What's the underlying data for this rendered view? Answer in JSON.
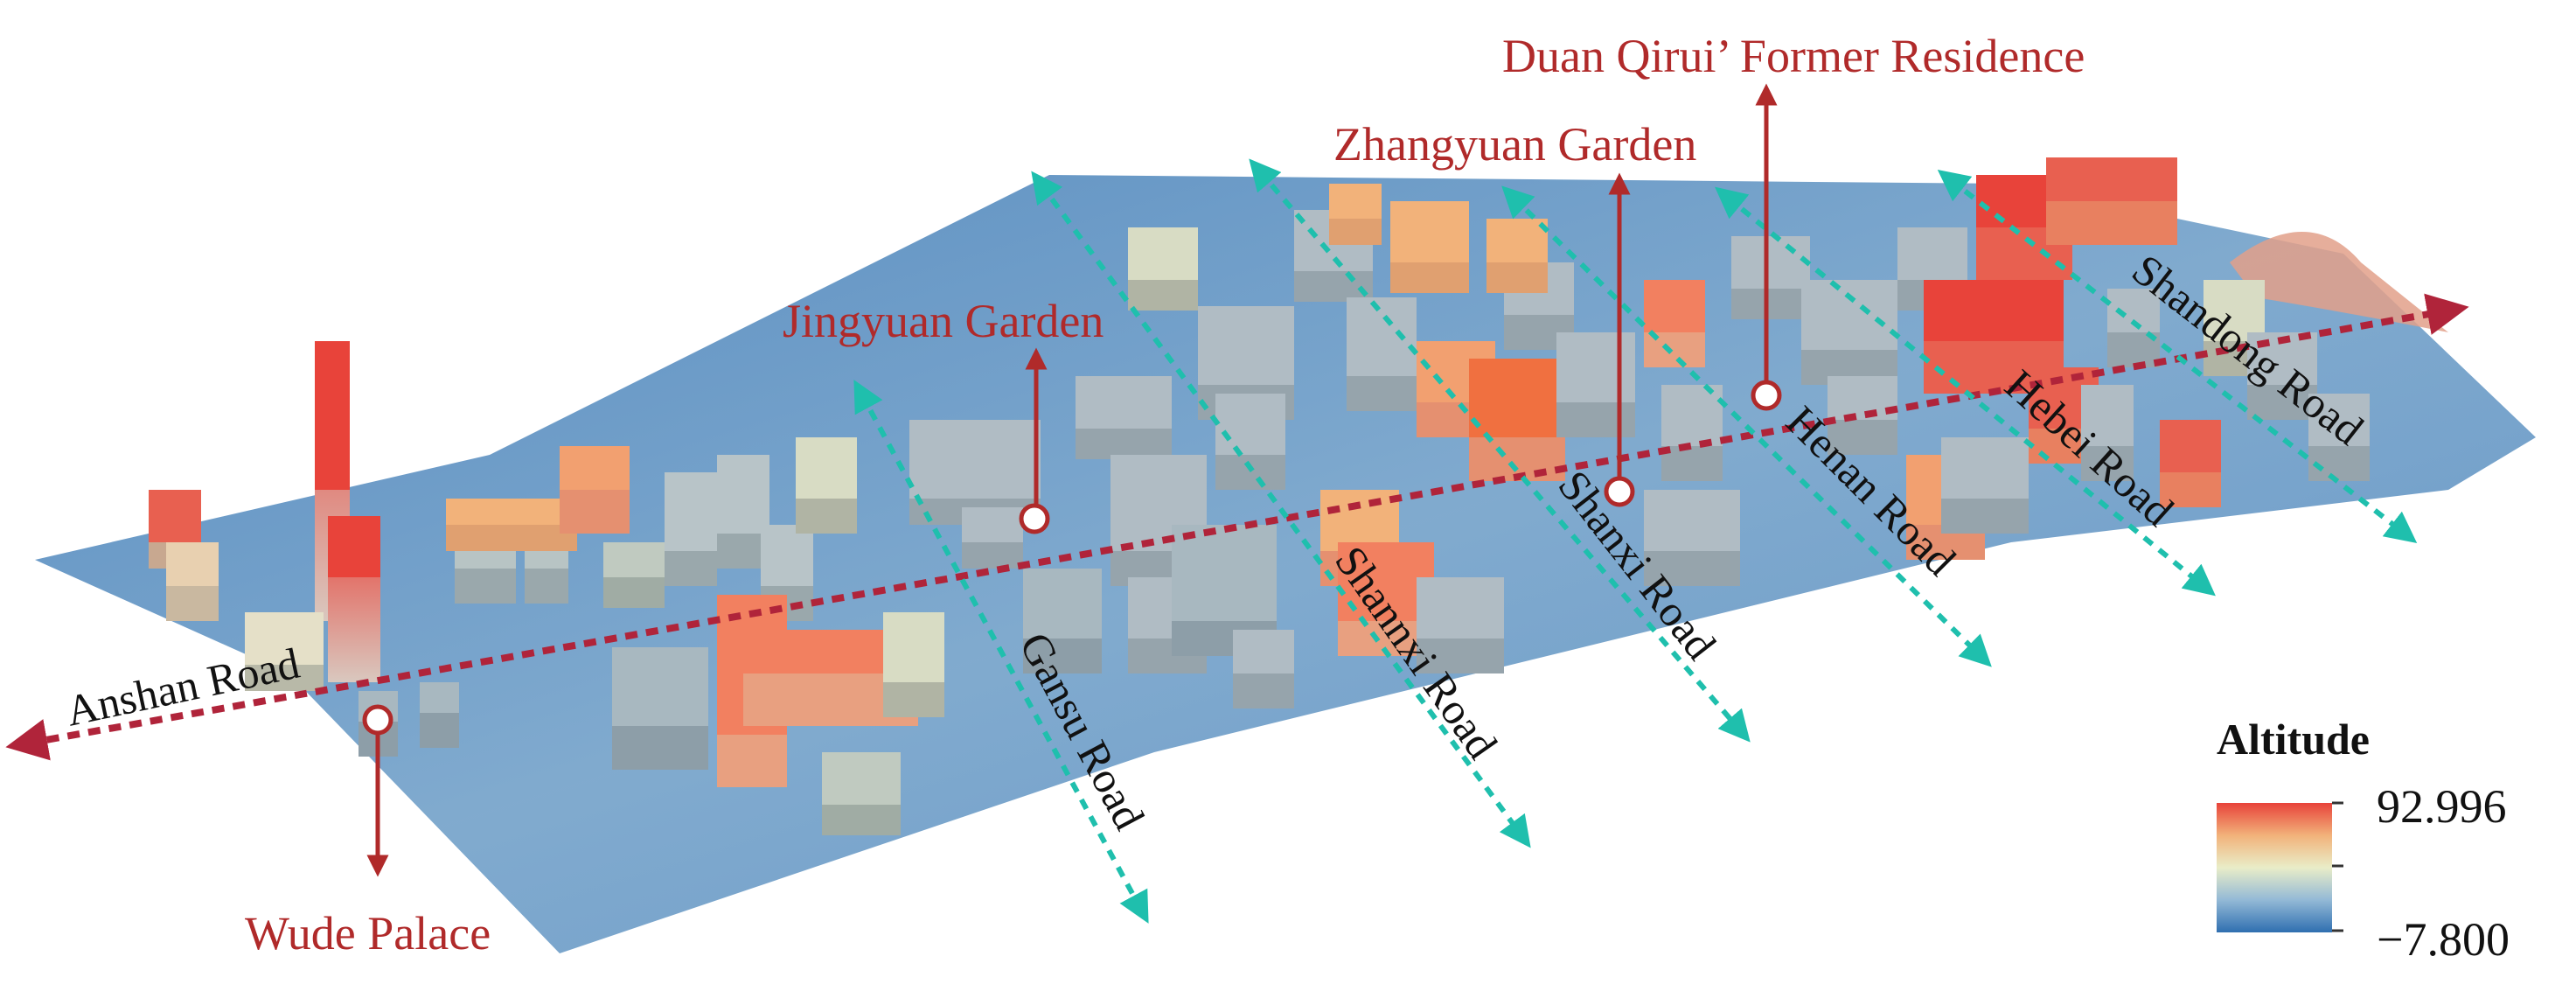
{
  "landmarks": {
    "duan_qirui": "Duan Qirui’ Former Residence",
    "zhangyuan": "Zhangyuan Garden",
    "jingyuan": "Jingyuan Garden",
    "wude": "Wude Palace"
  },
  "roads": {
    "anshan": "Anshan Road",
    "gansu": "Gansu Road",
    "shannxi": "Shannxi Road",
    "shanxi": "Shanxi Road",
    "henan": "Henan Road",
    "hebei": "Hebei Road",
    "shandong": "Shandong Road"
  },
  "legend": {
    "title": "Altitude",
    "max": "92.996",
    "min": "−7.800",
    "colors": [
      "#2f6fb0",
      "#93b9d6",
      "#e9edc8",
      "#f2b27a",
      "#e8433a"
    ]
  },
  "colors": {
    "landmark": "#b02a2a",
    "main_road": "#b0243a",
    "cross_road": "#1fbfad",
    "ground": "#6f9cc4"
  }
}
